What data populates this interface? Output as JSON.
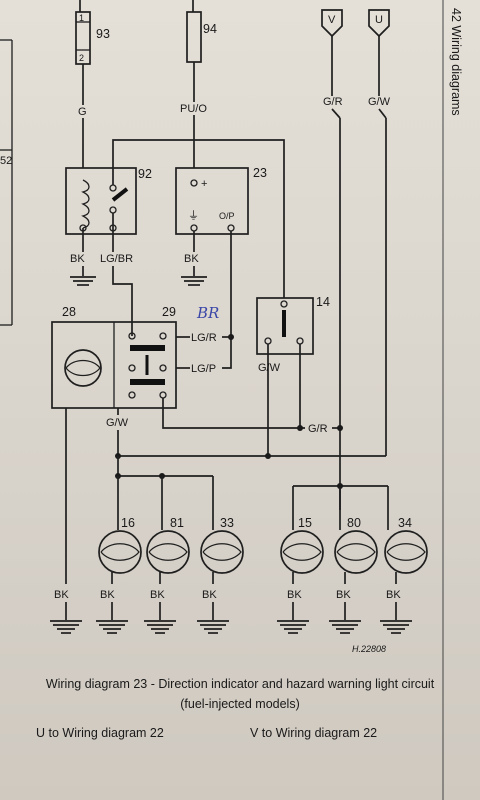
{
  "header": {
    "page_title": "42  Wiring diagrams",
    "left_fragment": "52"
  },
  "connectors": {
    "v": "V",
    "u": "U"
  },
  "fuses": [
    {
      "id": "93",
      "pin_top": "1",
      "pin_bottom": "2"
    },
    {
      "id": "94"
    }
  ],
  "components": {
    "flasher_relay": "92",
    "hazard_relay": "23",
    "hazard_switch": "14",
    "indicator_switch_left": "28",
    "indicator_switch_right": "29",
    "relay23_terminal_pos": "+",
    "relay23_terminal_ground": "⏚",
    "relay23_terminal_op": "O/P"
  },
  "wires": {
    "g": "G",
    "pu_o": "PU/O",
    "g_r_top": "G/R",
    "g_w_top": "G/W",
    "bk_92": "BK",
    "lg_br": "LG/BR",
    "bk_23": "BK",
    "lg_r": "LG/R",
    "lg_p": "LG/P",
    "g_w_14": "G/W",
    "g_w_28": "G/W",
    "g_r_mid": "G/R",
    "handwritten_note": "BR"
  },
  "lamps": [
    {
      "id": "16",
      "ground": "BK"
    },
    {
      "id": "81",
      "ground": "BK"
    },
    {
      "id": "33",
      "ground": "BK"
    },
    {
      "id": "15",
      "ground": "BK"
    },
    {
      "id": "80",
      "ground": "BK"
    },
    {
      "id": "34",
      "ground": "BK"
    }
  ],
  "ground_bk_left": "BK",
  "drawing_ref": "H.22808",
  "caption": {
    "line1": "Wiring diagram 23 - Direction indicator and hazard warning light circuit",
    "line2": "(fuel-injected models)",
    "xref_u": "U to Wiring diagram 22",
    "xref_v": "V to Wiring diagram 22"
  }
}
